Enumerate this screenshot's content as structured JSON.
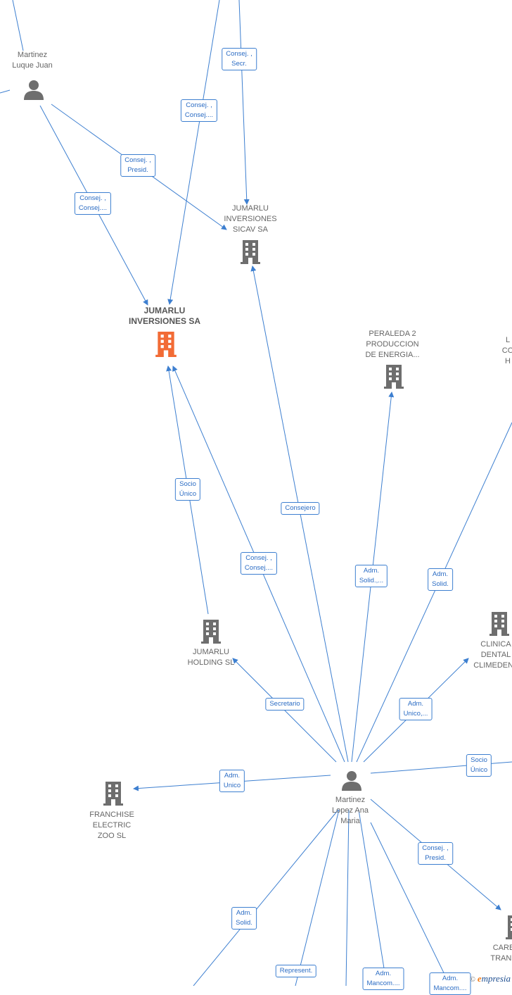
{
  "colors": {
    "edge": "#3d7fd0",
    "building": "#6e6e6e",
    "highlight": "#f26b35",
    "person": "#6e6e6e"
  },
  "nodes": {
    "luque": {
      "label": "Martinez\nLuque Juan",
      "icon": "person-icon"
    },
    "jumarlu_sicav": {
      "label": "JUMARLU\nINVERSIONES\nSICAV SA",
      "icon": "building-icon"
    },
    "jumarlu_inv": {
      "label": "JUMARLU\nINVERSIONES SA",
      "icon": "building-icon"
    },
    "peraleda": {
      "label": "PERALEDA 2\nPRODUCCION\nDE ENERGIA...",
      "icon": "building-icon"
    },
    "partial_right": {
      "label": "L\nCO\nH",
      "icon": "building-icon"
    },
    "jumarlu_holding": {
      "label": "JUMARLU\nHOLDING  SL",
      "icon": "building-icon"
    },
    "clinica": {
      "label": "CLINICA\nDENTAL\nCLIMEDENT",
      "icon": "building-icon"
    },
    "ana": {
      "label": "Martinez\nLopez Ana\nMaria",
      "icon": "person-icon"
    },
    "franchise": {
      "label": "FRANCHISE\nELECTRIC\nZOO SL",
      "icon": "building-icon"
    },
    "carb": {
      "label": "CARB\nTRANS",
      "icon": "building-icon"
    }
  },
  "edge_labels": {
    "e1": "Consej. ,\nSecr.",
    "e2": "Consej. ,\nConsej....",
    "e3": "Consej. ,\nPresid.",
    "e4": "Consej. ,\nConsej....",
    "e5": "Consejero",
    "e6": "Socio\nÚnico",
    "e7": "Consej. ,\nConsej....",
    "e8": "Adm.\nSolid.,...",
    "e9": "Adm.\nSolid.",
    "e10": "Secretario",
    "e11": "Adm.\nUnico,...",
    "e12": "Adm.\nUnico",
    "e13": "Socio\nÚnico",
    "e14": "Consej. ,\nPresid.",
    "e15": "Adm.\nSolid.",
    "e16": "Represent.",
    "e17": "Adm.\nMancom....",
    "e18": "Adm.\nMancom...."
  },
  "watermark": {
    "copyright": "©",
    "brand_e": "e",
    "brand_rest": "mpresia"
  }
}
